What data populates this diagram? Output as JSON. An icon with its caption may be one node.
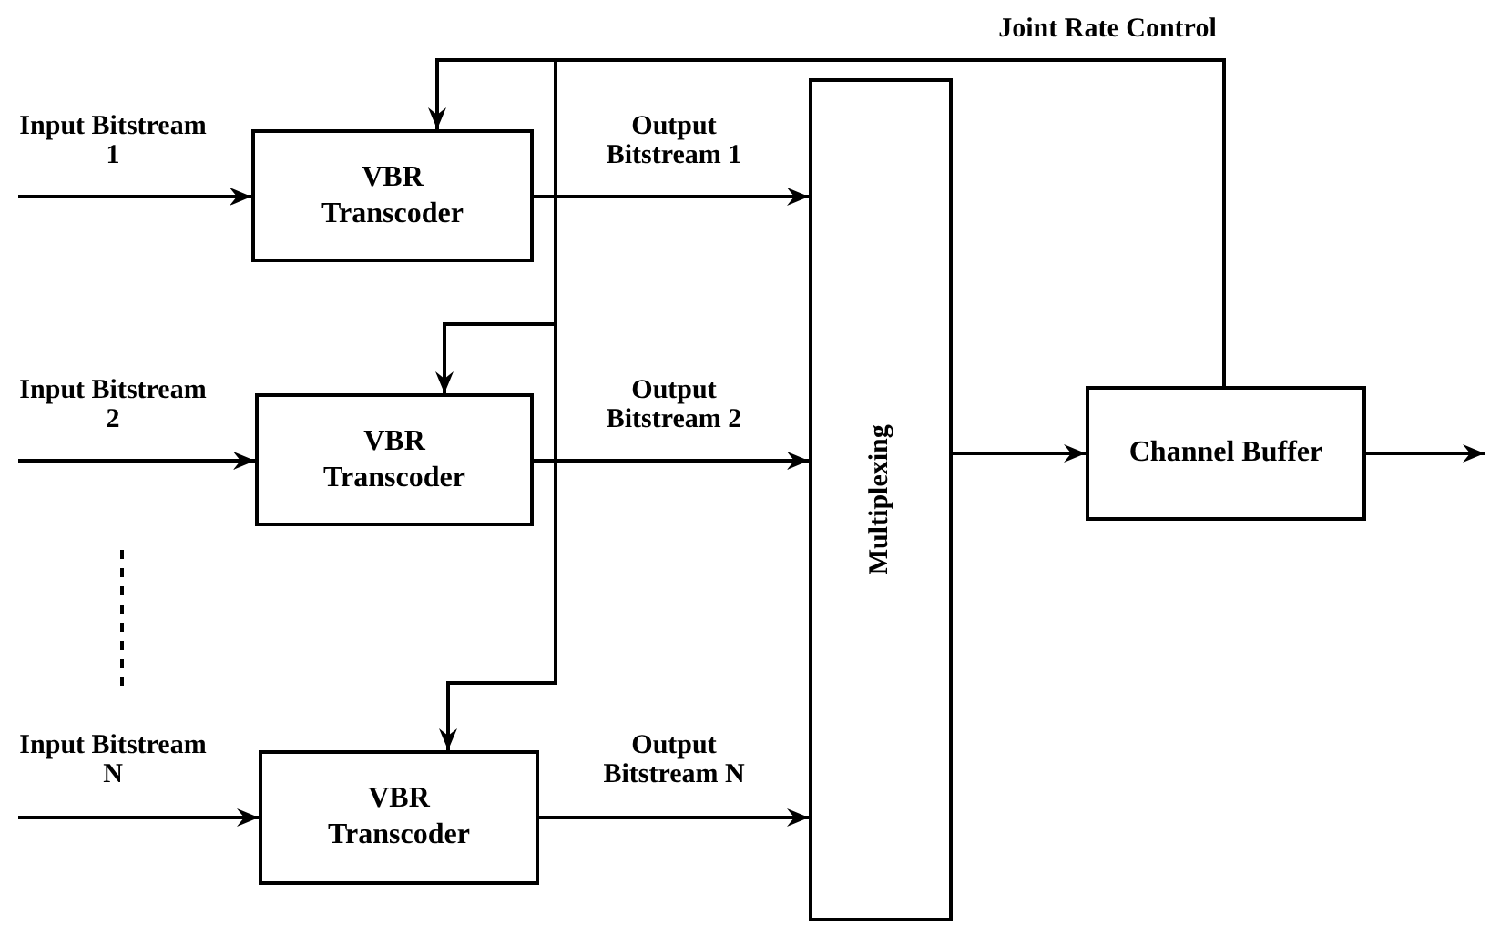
{
  "diagram": {
    "nodes": [
      {
        "text": [
          "VBR Transcoder"
        ]
      },
      {
        "text": [
          "VBR Transcoder"
        ]
      },
      {
        "text": [
          "VBR Transcoder"
        ]
      },
      {
        "text": [
          "Multiplexing"
        ]
      },
      {
        "text": [
          "Channel Buffer"
        ]
      }
    ],
    "edges": [
      {
        "from": null,
        "to": 0,
        "arrow": "to",
        "label": "Input Bitstream 1"
      },
      {
        "from": 0,
        "to": 3,
        "arrow": "to",
        "label": "Output Bitstream 1"
      },
      {
        "from": null,
        "to": 1,
        "arrow": "to",
        "label": "Input Bitstream 2"
      },
      {
        "from": 1,
        "to": 3,
        "arrow": "to",
        "label": "Output Bitstream 2"
      },
      {
        "from": null,
        "to": 2,
        "arrow": "to",
        "label": "Input Bitstream N"
      },
      {
        "from": 2,
        "to": 3,
        "arrow": "to",
        "label": "Output Bitstream N"
      },
      {
        "from": 3,
        "to": 4,
        "arrow": "to"
      },
      {
        "from": 4,
        "to": null,
        "arrow": "to"
      },
      {
        "from": 4,
        "to": 0,
        "arrow": "to",
        "label": "Joint Rate Control"
      },
      {
        "from": 4,
        "to": 1,
        "arrow": "to"
      },
      {
        "from": 4,
        "to": 2,
        "arrow": "to"
      }
    ]
  }
}
